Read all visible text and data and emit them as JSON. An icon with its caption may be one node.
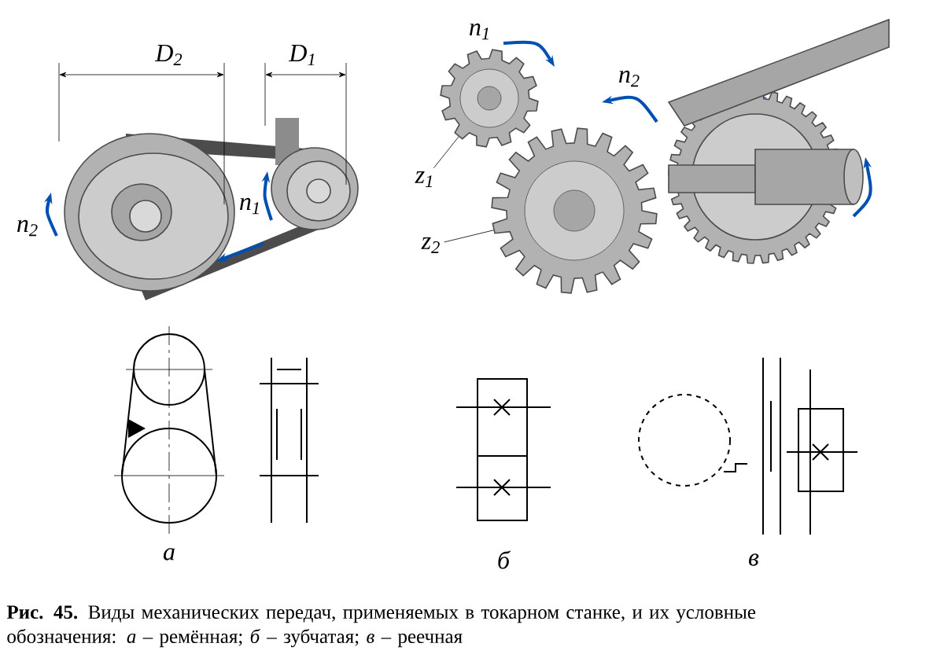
{
  "diagram": {
    "caption": "**Рис. 45.** Виды механических передач, применяемых в токарном станке, и их условные обозначения: *а* – ремённая; *б* – зубчатая; *в* – реечная",
    "nodes": [
      {
        "text": [
          "z$_{1}$"
        ]
      },
      {
        "text": [],
        "shape": "picture"
      },
      {
        "text": [
          "z$_{2}$"
        ]
      },
      {
        "text": [],
        "shape": "picture"
      }
    ],
    "edges": [
      {
        "from": 0,
        "to": 1,
        "arrow": "none"
      },
      {
        "from": 2,
        "to": 3,
        "arrow": "none"
      }
    ],
    "labels": [
      "D$_{2}$",
      "D$_{1}$",
      "n$_{2}$",
      "n$_{1}$",
      "n$_{1}$",
      "n$_{2}$",
      "а",
      "б",
      "в"
    ]
  }
}
